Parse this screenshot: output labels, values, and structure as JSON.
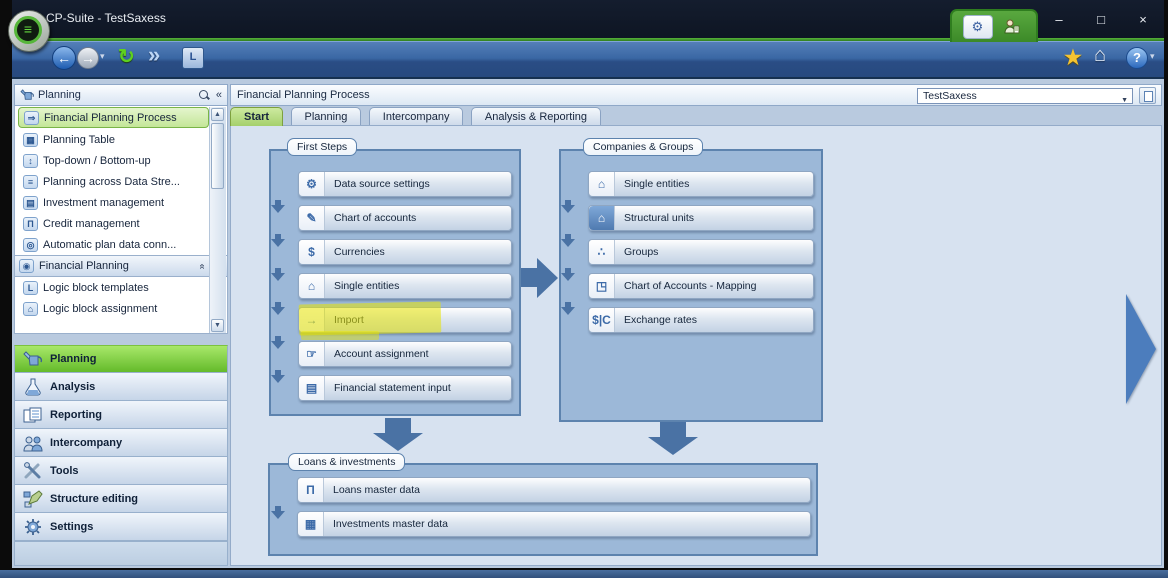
{
  "window": {
    "title": "CP-Suite - TestSaxess",
    "controls": {
      "minimize": "–",
      "maximize": "□",
      "close": "×"
    },
    "protrusion_icons": {
      "gears": "⚙"
    }
  },
  "toolbar": {
    "icons": {
      "back": "←",
      "forward": "→",
      "caret": "▾",
      "refresh": "↻",
      "fast_forward": "»",
      "layout": "L",
      "favorites": "★",
      "home": "⌂",
      "help": "?"
    }
  },
  "sidebar": {
    "panel_title": "Planning",
    "collapse_glyph": "«",
    "scroll": {
      "up": "▲",
      "down": "▼"
    },
    "items": [
      {
        "label": "Financial Planning Process",
        "icon": "⇒",
        "selected": true
      },
      {
        "label": "Planning Table",
        "icon": "▦"
      },
      {
        "label": "Top-down / Bottom-up",
        "icon": "↕"
      },
      {
        "label": "Planning across Data Stre...",
        "icon": "≡"
      },
      {
        "label": "Investment management",
        "icon": "▤"
      },
      {
        "label": "Credit management",
        "icon": "Π"
      },
      {
        "label": "Automatic plan data conn...",
        "icon": "◎"
      }
    ],
    "group": {
      "label": "Financial Planning",
      "collapse": "«",
      "items": [
        {
          "label": "Logic block templates",
          "icon": "L"
        },
        {
          "label": "Logic block assignment",
          "icon": "⌂"
        }
      ]
    },
    "modules": [
      {
        "label": "Planning",
        "active": true
      },
      {
        "label": "Analysis"
      },
      {
        "label": "Reporting"
      },
      {
        "label": "Intercompany"
      },
      {
        "label": "Tools"
      },
      {
        "label": "Structure editing"
      },
      {
        "label": "Settings"
      }
    ]
  },
  "main": {
    "title": "Financial Planning Process",
    "scenario": {
      "value": "TestSaxess",
      "caret": "▼"
    },
    "tabs": [
      {
        "label": "Start",
        "active": true
      },
      {
        "label": "Planning"
      },
      {
        "label": "Intercompany"
      },
      {
        "label": "Analysis & Reporting"
      }
    ],
    "first_steps": {
      "title": "First Steps",
      "buttons": [
        {
          "label": "Data source settings",
          "icon": "⚙"
        },
        {
          "label": "Chart of accounts",
          "icon": "✎"
        },
        {
          "label": "Currencies",
          "icon": "$"
        },
        {
          "label": "Single entities",
          "icon": "⌂"
        },
        {
          "label": "Import",
          "icon": "→",
          "highlighted": true
        },
        {
          "label": "Account assignment",
          "icon": "☞"
        },
        {
          "label": "Financial statement input",
          "icon": "▤"
        }
      ]
    },
    "companies_groups": {
      "title": "Companies & Groups",
      "buttons": [
        {
          "label": "Single entities",
          "icon": "⌂"
        },
        {
          "label": "Structural units",
          "icon": "⌂"
        },
        {
          "label": "Groups",
          "icon": "∴"
        },
        {
          "label": "Chart of Accounts - Mapping",
          "icon": "◳"
        },
        {
          "label": "Exchange rates",
          "icon": "$|C"
        }
      ]
    },
    "loans_investments": {
      "title": "Loans & investments",
      "buttons": [
        {
          "label": "Loans master data",
          "icon": "Π"
        },
        {
          "label": "Investments master data",
          "icon": "▦"
        }
      ]
    }
  },
  "colors": {
    "accent_green": "#4aa52e",
    "selection_green": "#c4e698",
    "highlight_yellow": "#e8e400",
    "toolbar_blue": "#3a67a4",
    "group_box_fill": "#9cb8d8",
    "group_box_border": "#5d83ae"
  }
}
